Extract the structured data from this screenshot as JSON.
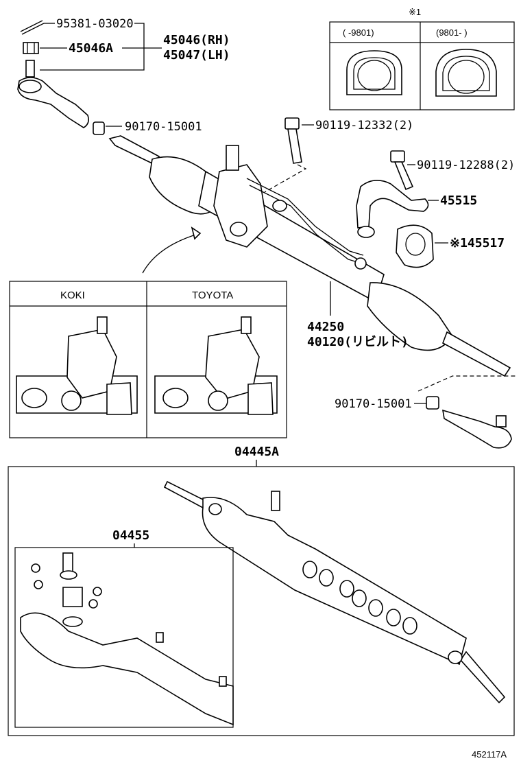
{
  "labels": {
    "cotter_pin": "95381-03020",
    "nut": "45046A",
    "tie_rod_end_rh": "45046(RH)",
    "tie_rod_end_lh": "45047(LH)",
    "nut_upper": "90170-15001",
    "bolt_1": "90119-12332(2)",
    "bolt_2": "90119-12288(2)",
    "bracket": "45515",
    "bushing": "※145517",
    "gear_assy": "44250",
    "gear_assy_rebuilt": "40120(リビルト)",
    "nut_lower": "90170-15001",
    "gasket_kit": "04445A",
    "seal_kit": "04455",
    "figure_number": "452117A"
  },
  "note_box": {
    "marker": "※1",
    "left_header": "(    -9801)",
    "right_header": "(9801-     )"
  },
  "variant_box": {
    "left_title": "KOKI",
    "right_title": "TOYOTA"
  },
  "icons": {
    "steering_rack": "steering-rack-icon",
    "tie_rod_end": "tie-rod-end-icon",
    "bushing": "bushing-icon"
  }
}
